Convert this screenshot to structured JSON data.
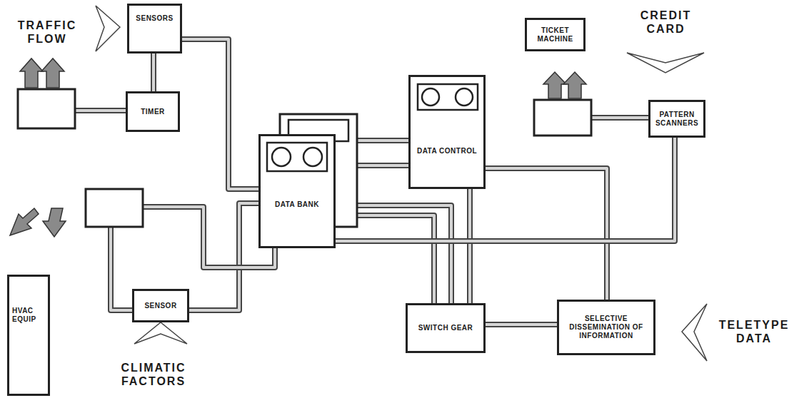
{
  "diagram": {
    "nodes": [
      {
        "text": [
          "SENSORS"
        ]
      },
      {
        "text": [
          "TIMER"
        ]
      },
      {
        "text": [
          "TICKET MACHINE"
        ]
      },
      {
        "text": [
          "DATA CONTROL"
        ]
      },
      {
        "text": [
          "DATA BANK"
        ]
      },
      {
        "text": [
          "PATTERN SCANNERS"
        ]
      },
      {
        "text": [
          "HVAC EQUIP"
        ]
      },
      {
        "text": [
          "SENSOR"
        ]
      },
      {
        "text": [
          "SWITCH GEAR"
        ]
      },
      {
        "text": [
          "SELECTIVE DISSEMINATION OF INFORMATION"
        ]
      }
    ],
    "edges": [
      {
        "from": 0,
        "to": 4,
        "arrow": "none"
      },
      {
        "from": 0,
        "to": 1,
        "arrow": "none"
      },
      {
        "from": 7,
        "to": 4,
        "arrow": "none"
      },
      {
        "from": 4,
        "to": 3,
        "arrow": "none"
      },
      {
        "from": 4,
        "to": 3,
        "arrow": "none"
      },
      {
        "from": 3,
        "to": 9,
        "arrow": "none"
      },
      {
        "from": 3,
        "to": 8,
        "arrow": "none"
      },
      {
        "from": 4,
        "to": 8,
        "arrow": "none"
      },
      {
        "from": 4,
        "to": 8,
        "arrow": "none"
      },
      {
        "from": 4,
        "to": 5,
        "arrow": "none"
      },
      {
        "from": 8,
        "to": 9,
        "arrow": "none"
      }
    ],
    "labels": [
      "TRAFFIC FLOW",
      "CREDIT CARD",
      "CLIMATIC FACTORS",
      "TELETYPE DATA"
    ]
  }
}
